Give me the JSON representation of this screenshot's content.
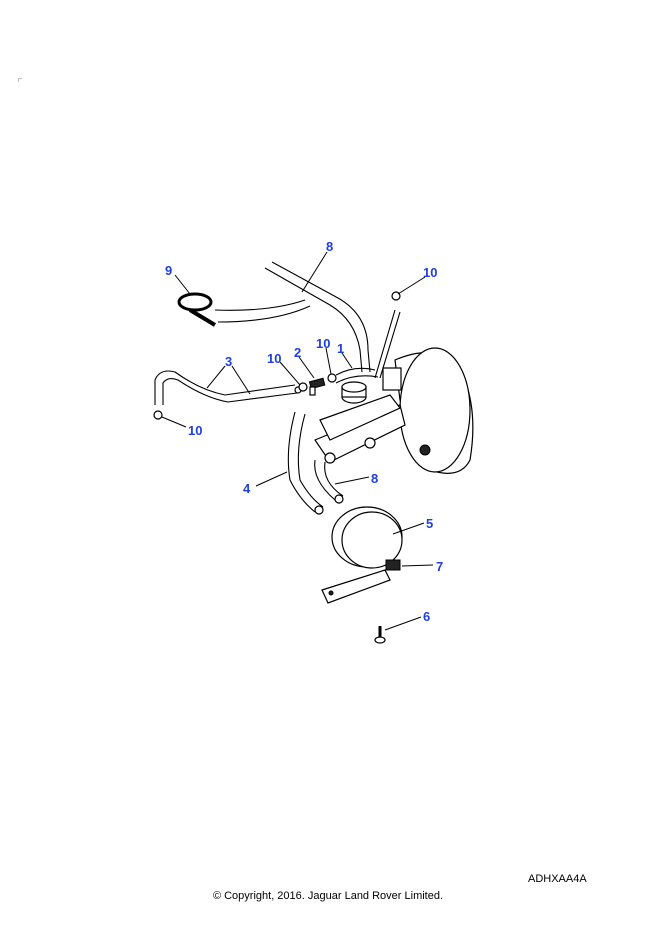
{
  "diagram": {
    "callouts": [
      {
        "label": "8"
      },
      {
        "label": "9"
      },
      {
        "label": "10"
      },
      {
        "label": "10"
      },
      {
        "label": "2"
      },
      {
        "label": "10"
      },
      {
        "label": "1"
      },
      {
        "label": "3"
      },
      {
        "label": "10"
      },
      {
        "label": "4"
      },
      {
        "label": "8"
      },
      {
        "label": "5"
      },
      {
        "label": "7"
      },
      {
        "label": "6"
      }
    ],
    "callout_color": "#1f3fe0"
  },
  "footer": {
    "illustration_code": "ADHXAA4A",
    "copyright": "© Copyright, 2016. Jaguar Land Rover Limited."
  }
}
